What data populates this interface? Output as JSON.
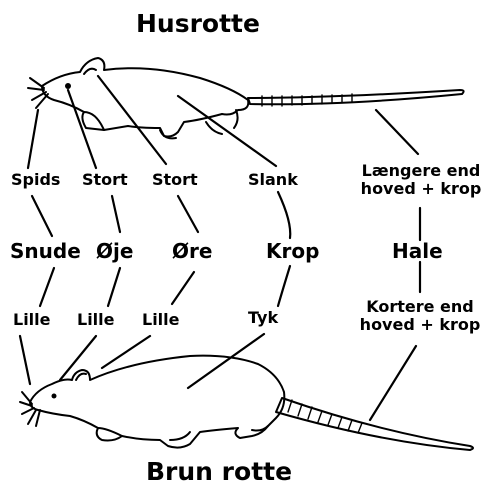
{
  "title_top": "Husrotte",
  "title_bottom": "Brun rotte",
  "features": {
    "snude": "Snude",
    "oje": "Øje",
    "ore": "Øre",
    "krop": "Krop",
    "hale": "Hale"
  },
  "husrotte_traits": {
    "snude": "Spids",
    "oje": "Stort",
    "ore": "Stort",
    "krop": "Slank",
    "hale_line1": "Længere end",
    "hale_line2": "hoved + krop"
  },
  "brun_rotte_traits": {
    "snude": "Lille",
    "oje": "Lille",
    "ore": "Lille",
    "krop": "Tyk",
    "hale_line1": "Kortere end",
    "hale_line2": "hoved + krop"
  },
  "colors": {
    "ink": "#000000",
    "background": "#ffffff"
  }
}
